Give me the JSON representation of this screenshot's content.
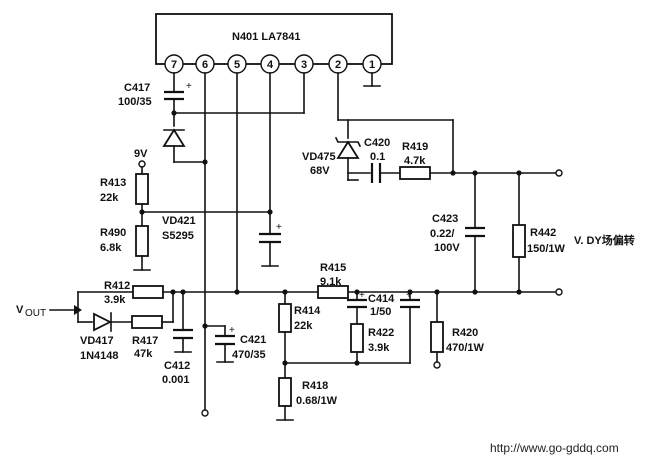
{
  "ic": {
    "label": "N401 LA7841",
    "pins": [
      "7",
      "6",
      "5",
      "4",
      "3",
      "2",
      "1"
    ]
  },
  "supply": {
    "label": "9V"
  },
  "input": {
    "label": "V",
    "sub": "OUT"
  },
  "output": {
    "label": "V. DY场偏转"
  },
  "components": {
    "c417": {
      "name": "C417",
      "value": "100/35"
    },
    "c420": {
      "name": "C420",
      "value": "0.1"
    },
    "r419": {
      "name": "R419",
      "value": "4.7k"
    },
    "vd475": {
      "name": "VD475",
      "value": "68V"
    },
    "r413": {
      "name": "R413",
      "value": "22k"
    },
    "r490": {
      "name": "R490",
      "value": "6.8k"
    },
    "vd421": {
      "name": "VD421",
      "value": "S5295"
    },
    "c423": {
      "name": "C423",
      "value": "0.22/",
      "value2": "100V"
    },
    "r442": {
      "name": "R442",
      "value": "150/1W"
    },
    "r412": {
      "name": "R412",
      "value": "3.9k"
    },
    "vd417": {
      "name": "VD417",
      "value": "1N4148"
    },
    "r417": {
      "name": "R417",
      "value": "47k"
    },
    "c412": {
      "name": "C412",
      "value": "0.001"
    },
    "c421": {
      "name": "C421",
      "value": "470/35"
    },
    "r415": {
      "name": "R415",
      "value": "9.1k"
    },
    "r414": {
      "name": "R414",
      "value": "22k"
    },
    "c414": {
      "name": "C414",
      "value": "1/50"
    },
    "r422": {
      "name": "R422",
      "value": "3.9k"
    },
    "r420": {
      "name": "R420",
      "value": "470/1W"
    },
    "r418": {
      "name": "R418",
      "value": "0.68/1W"
    }
  },
  "polarity": {
    "plus": "+"
  },
  "footer": {
    "url": "http://www.go-gddq.com"
  }
}
